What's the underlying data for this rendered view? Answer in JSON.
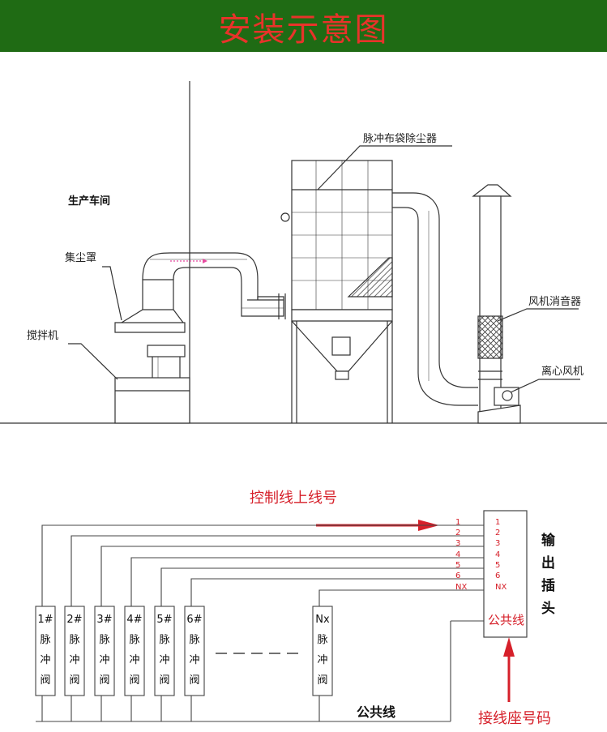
{
  "header": {
    "title": "安装示意图"
  },
  "install": {
    "workshop": "生产车间",
    "hood": "集尘罩",
    "mixer": "搅拌机",
    "collector": "脉冲布袋除尘器",
    "silencer": "风机消音器",
    "fan": "离心风机"
  },
  "wiring": {
    "control_title": "控制线上线号",
    "output_head": [
      "输",
      "出",
      "插",
      "头"
    ],
    "terminal_numbers": [
      "1",
      "2",
      "3",
      "4",
      "5",
      "6",
      "NX"
    ],
    "wire_numbers": [
      "1",
      "2",
      "3",
      "4",
      "5",
      "6",
      "NX"
    ],
    "common_in_box": "公共线",
    "common_bottom": "公共线",
    "socket_label": "接线座号码",
    "valves": [
      {
        "id": "1#",
        "l1": "脉",
        "l2": "冲",
        "l3": "阀"
      },
      {
        "id": "2#",
        "l1": "脉",
        "l2": "冲",
        "l3": "阀"
      },
      {
        "id": "3#",
        "l1": "脉",
        "l2": "冲",
        "l3": "阀"
      },
      {
        "id": "4#",
        "l1": "脉",
        "l2": "冲",
        "l3": "阀"
      },
      {
        "id": "5#",
        "l1": "脉",
        "l2": "冲",
        "l3": "阀"
      },
      {
        "id": "6#",
        "l1": "脉",
        "l2": "冲",
        "l3": "阀"
      },
      {
        "id": "Nx",
        "l1": "脉",
        "l2": "冲",
        "l3": "阀"
      }
    ]
  },
  "colors": {
    "banner": "#1f6b14",
    "title": "#e8332a",
    "red": "#d6202a"
  }
}
